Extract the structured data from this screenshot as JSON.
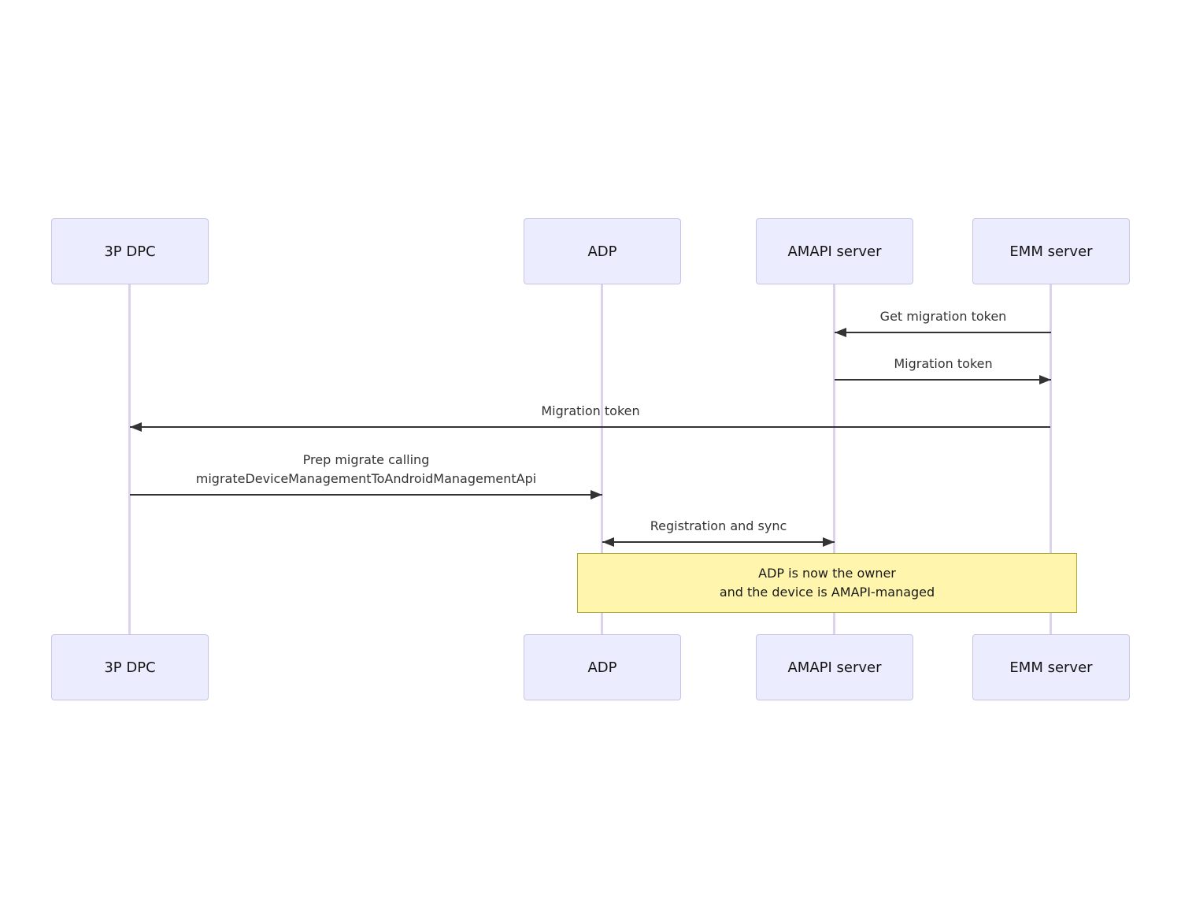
{
  "diagram": {
    "type": "sequence-diagram",
    "colors": {
      "background": "#FFFFFF",
      "actor_fill": "#ECECFF",
      "actor_border": "#C9C3E6",
      "lifeline": "#DCD2EE",
      "arrow": "#333333",
      "message_text": "#333333",
      "note_fill": "#FFF5AD",
      "note_border": "#AAAA33"
    },
    "actors": [
      {
        "label": "3P DPC"
      },
      {
        "label": "ADP"
      },
      {
        "label": "AMAPI server"
      },
      {
        "label": "EMM server"
      }
    ],
    "messages": [
      {
        "label": "Get migration token",
        "from": "EMM server",
        "to": "AMAPI server",
        "direction": "left"
      },
      {
        "label": "Migration token",
        "from": "AMAPI server",
        "to": "EMM server",
        "direction": "right"
      },
      {
        "label": "Migration token",
        "from": "EMM server",
        "to": "3P DPC",
        "direction": "left"
      },
      {
        "label_line1": "Prep migrate calling",
        "label_line2": "migrateDeviceManagementToAndroidManagementApi",
        "from": "3P DPC",
        "to": "ADP",
        "direction": "right"
      },
      {
        "label": "Registration and sync",
        "from": "ADP",
        "to": "AMAPI server",
        "direction": "both"
      }
    ],
    "note": {
      "line1": "ADP is now the owner",
      "line2": "and the device is AMAPI-managed"
    }
  }
}
